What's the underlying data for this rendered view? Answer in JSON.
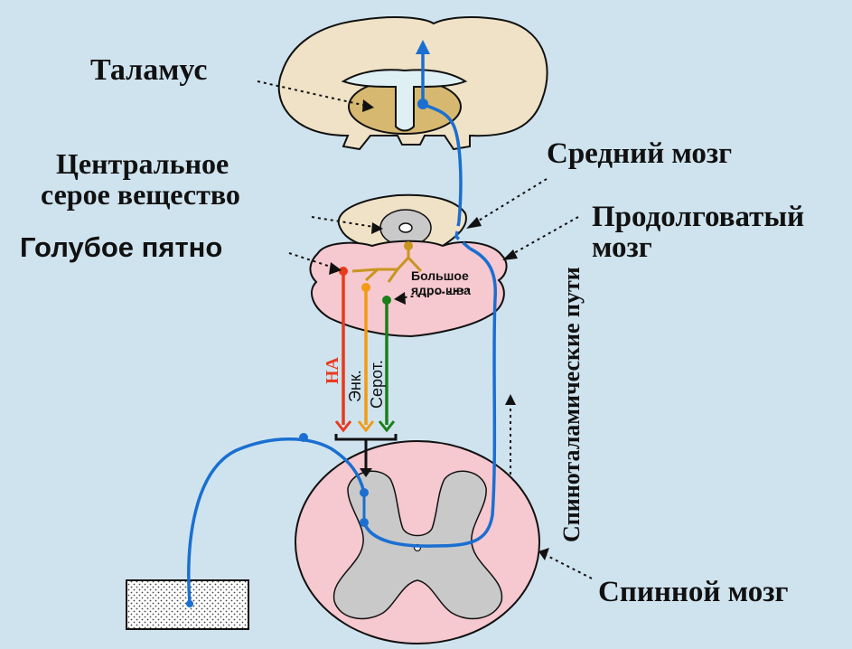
{
  "labels": {
    "thalamus": "Таламус",
    "central_gray_1": "Центральное",
    "central_gray_2": "серое вещество",
    "locus_coeruleus": "Голубое пятно",
    "midbrain": "Средний мозг",
    "medulla_1": "Продолговатый",
    "medulla_2": "мозг",
    "raphe_1": "Большое",
    "raphe_2": "ядро шва",
    "spinothalamic": "Спиноталамические пути",
    "spinal_cord": "Спинной мозг",
    "na": "НА",
    "enk": "Энк.",
    "serot": "Серот."
  },
  "colors": {
    "background": "#cfe3ee",
    "brain_tissue": "#efe2c6",
    "thalamus_nucleus": "#d6b870",
    "medulla_pink": "#f6c8cf",
    "gray_matter": "#c9c9c9",
    "pathway_blue": "#1a6fd1",
    "na_red": "#e83a1c",
    "enk_orange": "#f39a14",
    "serot_green": "#1b7f1b",
    "lc_gold": "#c8961e"
  }
}
